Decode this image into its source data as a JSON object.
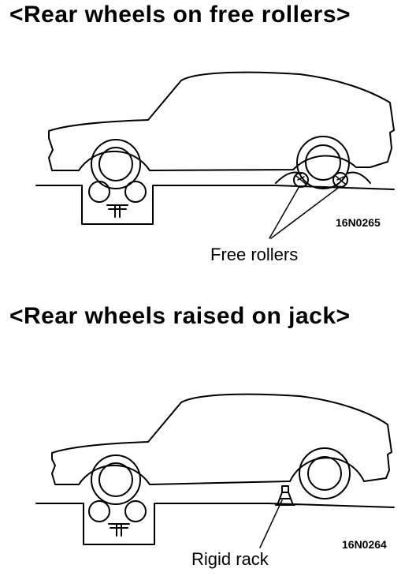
{
  "panel_top": {
    "heading": "<Rear wheels on free rollers>",
    "figure_code": "16N0265",
    "callout": "Free rollers"
  },
  "panel_bottom": {
    "heading": "<Rear wheels raised on jack>",
    "figure_code": "16N0264",
    "callout": "Rigid rack"
  }
}
